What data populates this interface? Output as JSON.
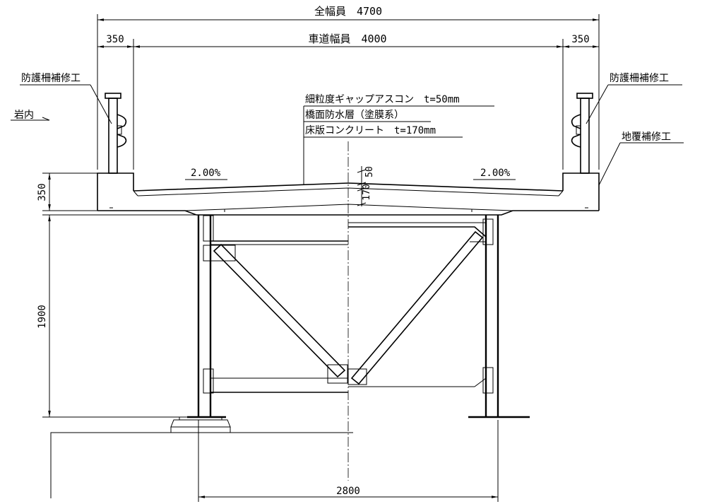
{
  "dimensions": {
    "total_width": "全幅員　4700",
    "roadway_width": "車道幅員　4000",
    "left_edge": "350",
    "right_edge": "350",
    "slab_height": "350",
    "girder_height": "1900",
    "bearing_span": "2800",
    "pavement_thickness": "50",
    "slab_thickness": "170"
  },
  "labels": {
    "guardrail_left": "防護柵補修工",
    "guardrail_right": "防護柵補修工",
    "direction": "岩内",
    "curb_repair": "地覆補修工",
    "slope_left": "2.00%",
    "slope_right": "2.00%"
  },
  "layers": [
    "細粒度ギャップアスコン　t=50mm",
    "橋面防水層（塗膜系）",
    "床版コンクリート　t=170mm"
  ]
}
